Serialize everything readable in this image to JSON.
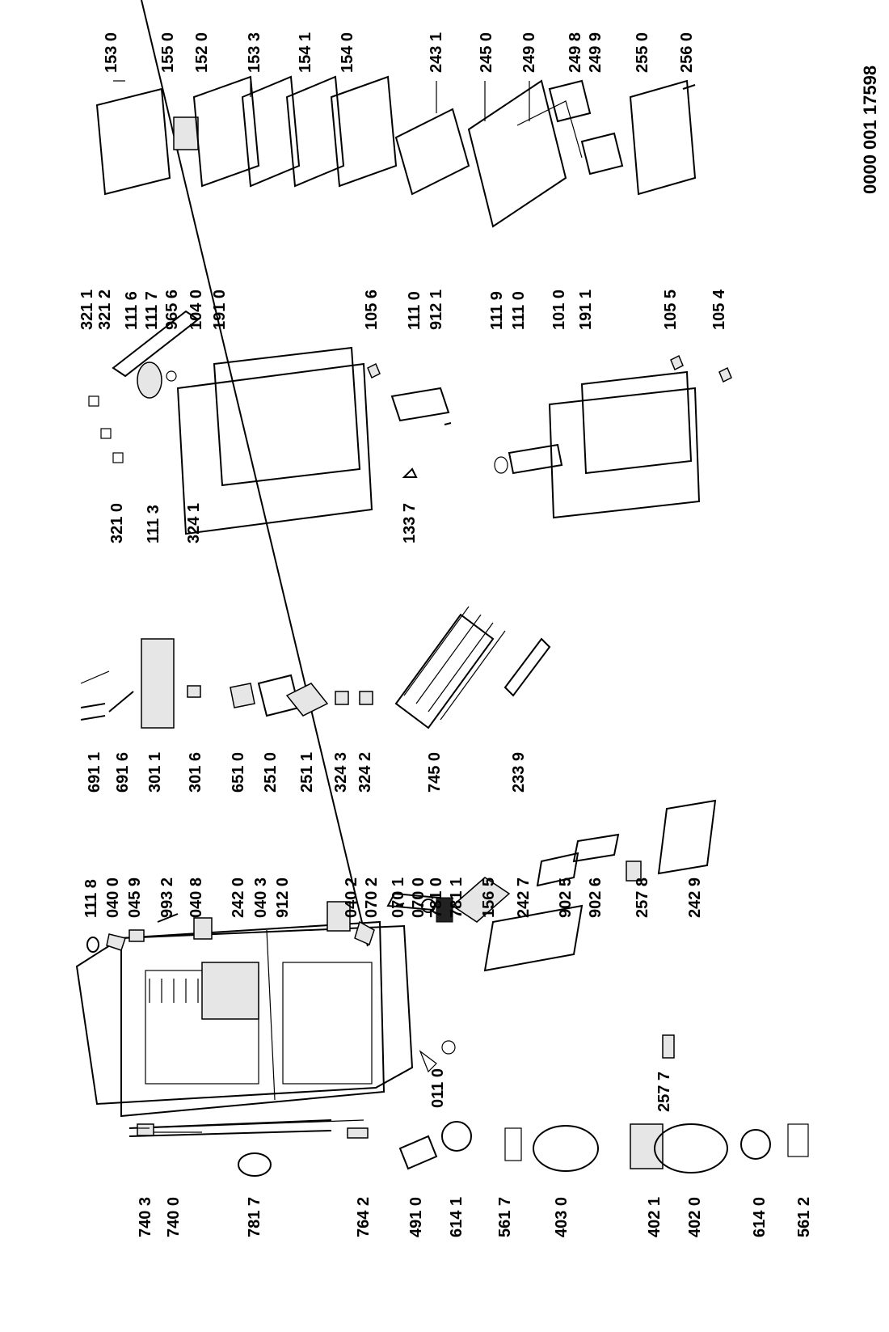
{
  "document_number": "0000 001 17598",
  "labels": [
    "740 3",
    "740 0",
    "781 7",
    "764 2",
    "491 0",
    "614 1",
    "561 7",
    "403 0",
    "402 1",
    "402 0",
    "614 0",
    "561 2",
    "111 8",
    "040 0",
    "045 9",
    "993 2",
    "040 8",
    "242 0",
    "040 3",
    "912 0",
    "040 2",
    "070 2",
    "070 1",
    "070 0",
    "781 0",
    "781 1",
    "156 5",
    "242 7",
    "902 5",
    "902 6",
    "257 8",
    "242 9",
    "011 0",
    "257 7",
    "691 1",
    "691 6",
    "301 1",
    "301 6",
    "651 0",
    "251 0",
    "251 1",
    "324 3",
    "324 2",
    "745 0",
    "233 9",
    "321 1",
    "321 2",
    "111 6",
    "111 7",
    "965 6",
    "104 0",
    "191 0",
    "105 6",
    "111 0",
    "912 1",
    "321 0",
    "111 3",
    "324 1",
    "133 7",
    "111 9",
    "111 0",
    "101 0",
    "191 1",
    "105 5",
    "105 4",
    "153 0",
    "155 0",
    "152 0",
    "153 3",
    "154 1",
    "154 0",
    "243 1",
    "245 0",
    "249 0",
    "249 8",
    "249 9",
    "255 0",
    "256 0"
  ]
}
